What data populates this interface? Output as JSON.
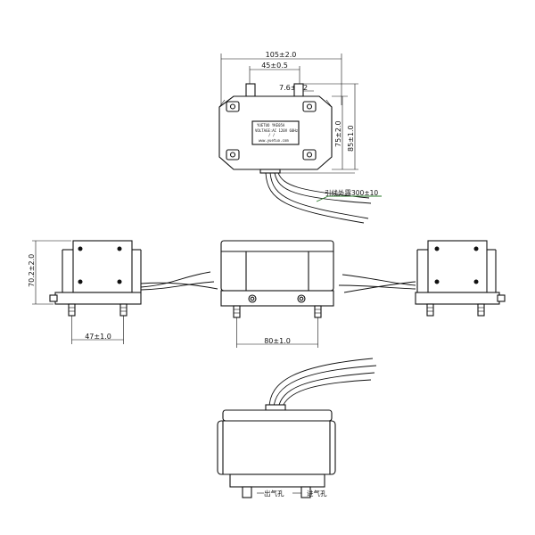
{
  "dimensions": {
    "width_total": "105±2.0",
    "port_spacing": "45±0.5",
    "port_diameter": "7.6±0.2",
    "depth_body": "75±2.0",
    "depth_total": "85±1.0",
    "height": "70.2±2.0",
    "side_mount_spacing": "47±1.0",
    "front_mount_spacing": "80±1.0"
  },
  "labels": {
    "lead_wire": "引线外露300±10",
    "outlet": "出气孔",
    "inlet": "进气孔"
  },
  "nameplate": {
    "line1": "YUETUO YKE05A",
    "line2": "VOLTAGE:AC 120V 60Hz",
    "line3": "/    /",
    "line4": "www.yuetuo.com"
  }
}
